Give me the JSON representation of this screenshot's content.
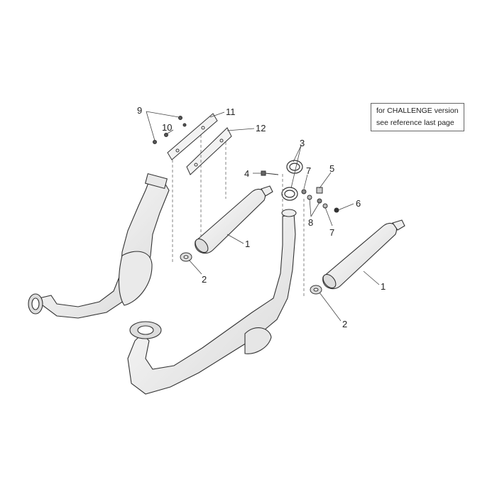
{
  "note": {
    "line1": "for CHALLENGE version",
    "line2": "see reference last page"
  },
  "callouts": [
    {
      "id": "c9",
      "label": "9"
    },
    {
      "id": "c10",
      "label": "10"
    },
    {
      "id": "c11",
      "label": "11"
    },
    {
      "id": "c12",
      "label": "12"
    },
    {
      "id": "c3",
      "label": "3"
    },
    {
      "id": "c4",
      "label": "4"
    },
    {
      "id": "c7a",
      "label": "7"
    },
    {
      "id": "c5",
      "label": "5"
    },
    {
      "id": "c6",
      "label": "6"
    },
    {
      "id": "c8",
      "label": "8"
    },
    {
      "id": "c7b",
      "label": "7"
    },
    {
      "id": "c1a",
      "label": "1"
    },
    {
      "id": "c2a",
      "label": "2"
    },
    {
      "id": "c1b",
      "label": "1"
    },
    {
      "id": "c2b",
      "label": "2"
    }
  ],
  "colors": {
    "line": "#333333",
    "fill": "#f4f4f4",
    "shade": "#d6d6d6"
  }
}
